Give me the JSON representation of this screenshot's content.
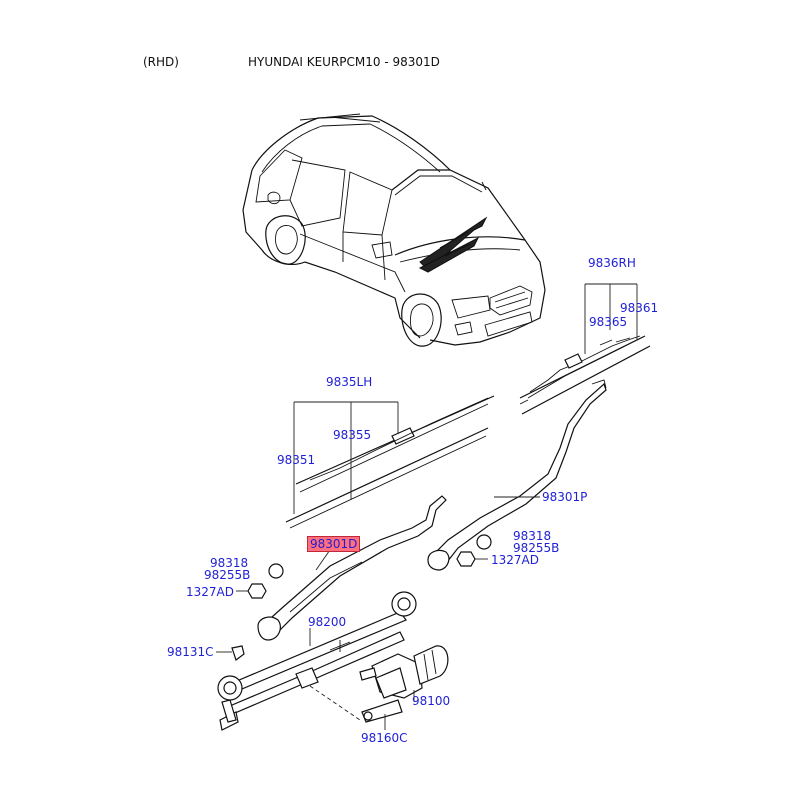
{
  "header": {
    "orientation": "(RHD)",
    "title": "HYUNDAI KEURPCM10 - 98301D"
  },
  "accent_color": "#1f1fd6",
  "highlight_color": "#ff6f7d",
  "labels": {
    "p9836RH": "9836RH",
    "p98361": "98361",
    "p98365": "98365",
    "p9835LH": "9835LH",
    "p98355": "98355",
    "p98351": "98351",
    "p98301P": "98301P",
    "p98301D": "98301D",
    "p98318a": "98318",
    "p98255Ba": "98255B",
    "p1327ADa": "1327AD",
    "p98318b": "98318",
    "p98255Bb": "98255B",
    "p1327ADb": "1327AD",
    "p98200": "98200",
    "p98131C": "98131C",
    "p98100": "98100",
    "p98160C": "98160C"
  }
}
